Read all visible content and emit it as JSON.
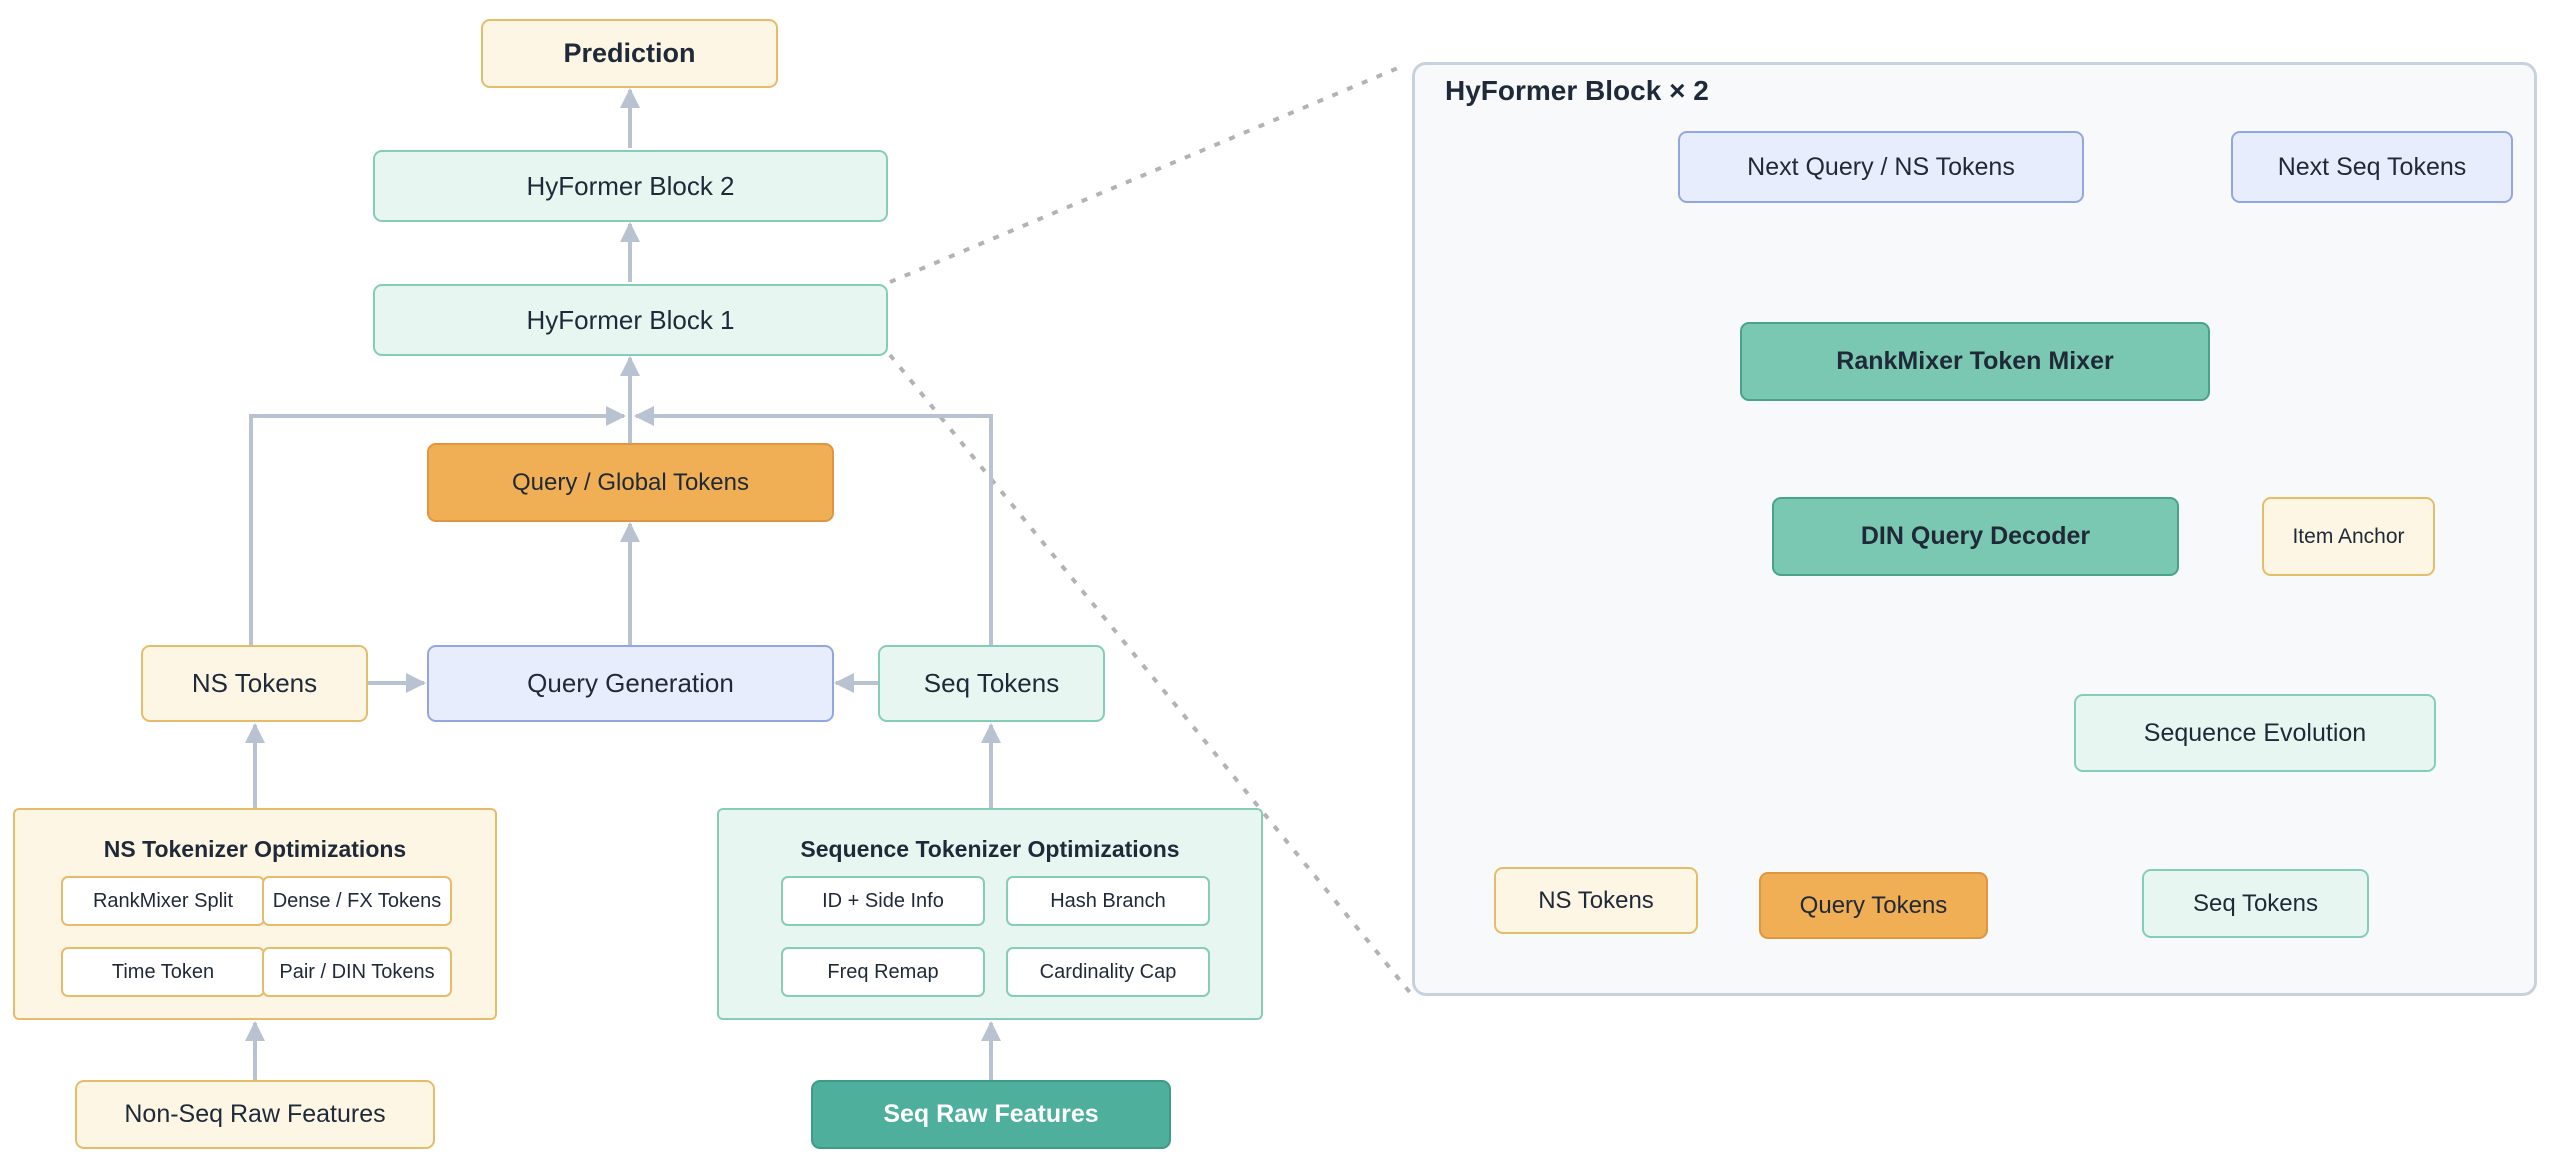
{
  "left": {
    "prediction": "Prediction",
    "block2": "HyFormer Block 2",
    "block1": "HyFormer Block 1",
    "query_global_tokens": "Query / Global Tokens",
    "ns_tokens": "NS Tokens",
    "query_generation": "Query Generation",
    "seq_tokens": "Seq Tokens",
    "ns_tokenizer": {
      "title": "NS Tokenizer Optimizations",
      "items": [
        "RankMixer Split",
        "Dense / FX Tokens",
        "Time Token",
        "Pair / DIN Tokens"
      ]
    },
    "seq_tokenizer": {
      "title": "Sequence Tokenizer Optimizations",
      "items": [
        "ID + Side Info",
        "Hash Branch",
        "Freq Remap",
        "Cardinality Cap"
      ]
    },
    "non_seq_raw": "Non-Seq Raw Features",
    "seq_raw": "Seq Raw Features"
  },
  "block_detail": {
    "title": "HyFormer Block × 2",
    "next_query_ns": "Next Query / NS Tokens",
    "next_seq": "Next Seq Tokens",
    "rankmixer": "RankMixer Token Mixer",
    "din_decoder": "DIN Query Decoder",
    "item_anchor": "Item Anchor",
    "sequence_evolution": "Sequence Evolution",
    "ns_tokens": "NS Tokens",
    "query_tokens": "Query Tokens",
    "seq_tokens": "Seq Tokens"
  },
  "colors": {
    "connector": "#b9c2d0",
    "anchor_arrow": "#d9962c",
    "dotted": "#b3b3b3",
    "beige": "#fef6e4",
    "mint": "#e8f6f2",
    "lavender": "#e8edfd",
    "orange": "#f0ae55",
    "teal": "#7bc8b2",
    "teal_dark": "#4daf9c"
  }
}
